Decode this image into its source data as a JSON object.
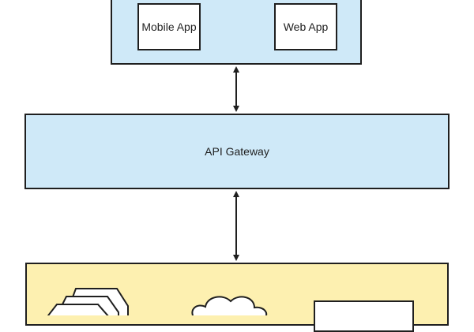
{
  "clients": {
    "mobile_label": "Mobile App",
    "web_label": "Web App"
  },
  "gateway": {
    "label": "API Gateway"
  },
  "colors": {
    "client_fill": "#cfe9f8",
    "gateway_fill": "#cfe9f8",
    "services_fill": "#fdf0b0",
    "stroke": "#1f1f1f"
  },
  "icons": {
    "microservice": "stacked-hexagon-icon",
    "cloud": "cloud-icon"
  }
}
